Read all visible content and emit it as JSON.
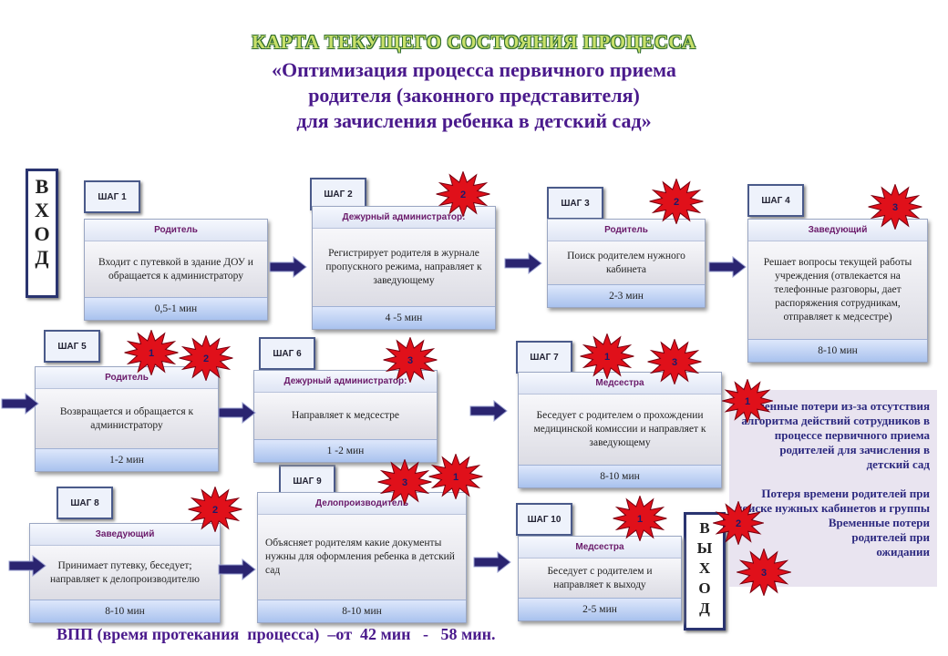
{
  "titles": {
    "main": "КАРТА  ТЕКУЩЕГО СОСТОЯНИЯ ПРОЦЕССА",
    "line1": "«Оптимизация  процесса первичного приема",
    "line2": "родителя  (законного представителя)",
    "line3": "для зачисления ребенка в детский сад»"
  },
  "entry": [
    "В",
    "Х",
    "О",
    "Д"
  ],
  "exit": [
    "В",
    "Ы",
    "Х",
    "О",
    "Д"
  ],
  "steps": [
    {
      "label": "ШАГ 1",
      "role": "Родитель",
      "action": "Входит с путевкой  в здание ДОУ и обращается  к администратору",
      "time": "0,5-1  мин"
    },
    {
      "label": "ШАГ 2",
      "role": "Дежурный  администратор:",
      "action": "Регистрирует  родителя  в журнале  пропускного режима,  направляет  к заведующему",
      "time": "4  -5 мин"
    },
    {
      "label": "ШАГ 3",
      "role": "Родитель",
      "action": "Поиск  родителем нужного  кабинета",
      "time": "2-3  мин"
    },
    {
      "label": "ШАГ 4",
      "role": "Заведующий",
      "action": "Решает  вопросы  текущей работы  учреждения (отвлекается  на телефонные разговоры,   дает распоряжения  сотрудникам, отправляет  к медсестре)",
      "time": "8-10  мин"
    },
    {
      "label": "ШАГ 5",
      "role": "Родитель",
      "action": "Возвращается  и обращается к администратору",
      "time": "1-2  мин"
    },
    {
      "label": "ШАГ 6",
      "role": "Дежурный  администратор:",
      "action": "Направляет  к  медсестре",
      "time": "1 -2 мин"
    },
    {
      "label": "ШАГ 7",
      "role": "Медсестра",
      "action": "Беседует  с родителем  о прохождении  медицинской комиссии  и направляет  к заведующему",
      "time": "8-10  мин"
    },
    {
      "label": "ШАГ 8",
      "role": "Заведующий",
      "action": "Принимает  путевку,  беседует; направляет    к делопроизводителю",
      "time": "8-10  мин"
    },
    {
      "label": "ШАГ 9",
      "role": "Делопроизводитель",
      "action": "Объясняет родителям какие документы нужны для оформления ребенка в детский сад",
      "time": "8-10  мин"
    },
    {
      "label": "ШАГ 10",
      "role": "Медсестра",
      "action": "Беседует  с родителем  и направляет   к выходу",
      "time": "2-5  мин"
    }
  ],
  "loss_notes": [
    "Временные потери из-за отсутствия алгоритма действий сотрудников в процессе первичного приема родителей для зачисления в детский сад",
    "Потеря времени родителей при поиске нужных кабинетов и группы",
    "Временные потери родителей при ожидании"
  ],
  "vpp": "ВПП (время протекания  процесса)  –от  42 мин   -   58 мин.",
  "bursts": [
    "2",
    "2",
    "3",
    "1",
    "2",
    "3",
    "1",
    "3",
    "2",
    "1",
    "3",
    "1",
    "1",
    "2",
    "3"
  ],
  "colors": {
    "burst_fill": "#e0101a",
    "arrow_fill": "#2a2470",
    "title_purple": "#4a1a8c"
  }
}
